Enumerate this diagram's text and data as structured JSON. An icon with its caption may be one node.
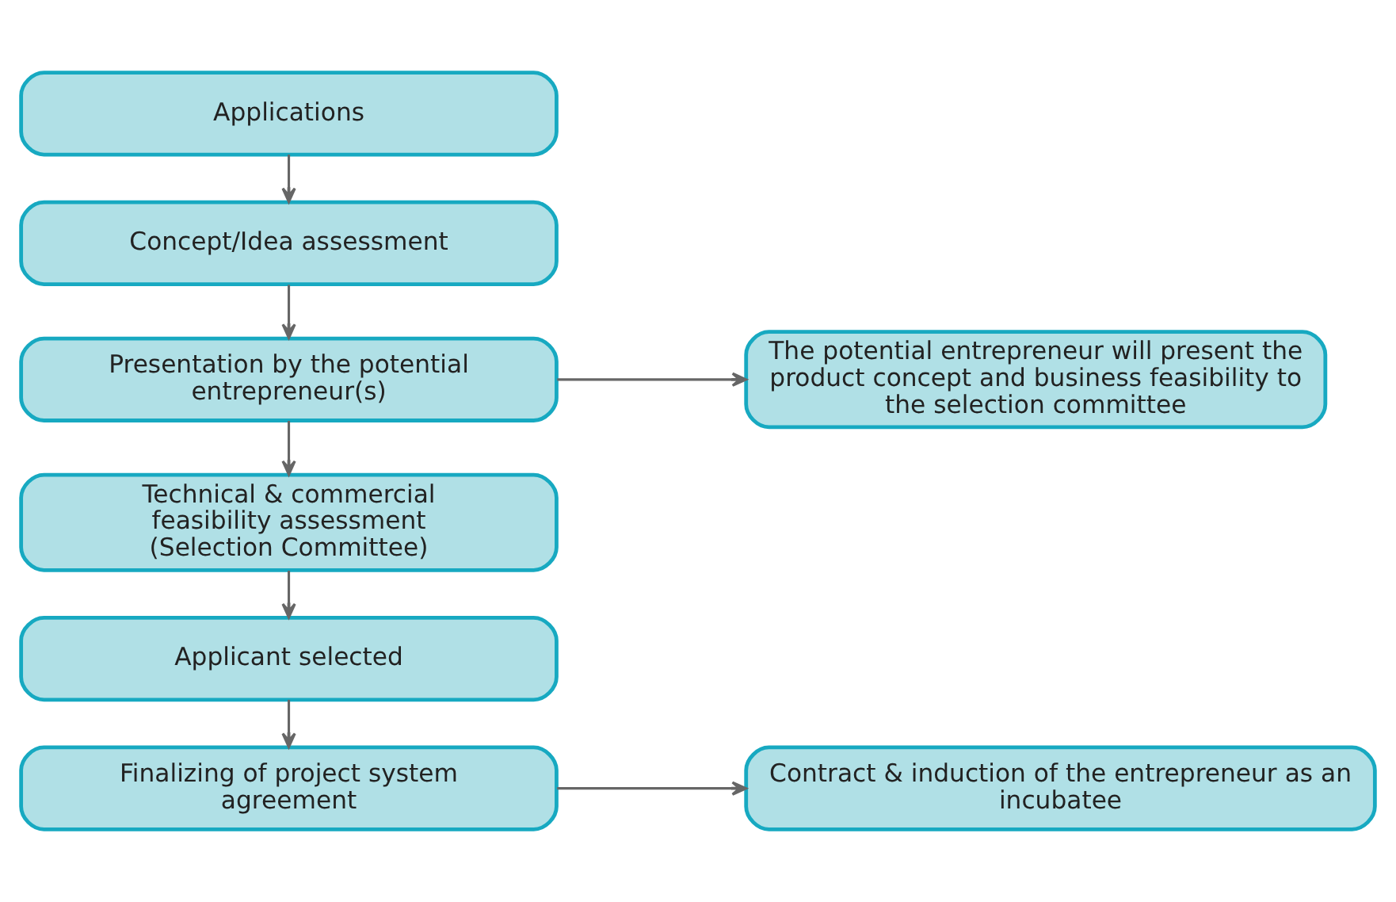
{
  "diagram": {
    "nodes": [
      {
        "text": [
          "Applications"
        ]
      },
      {
        "text": [
          "Concept/Idea assessment"
        ]
      },
      {
        "text": [
          "Presentation by the potential entrepreneur(s)"
        ]
      },
      {
        "text": [
          "The potential entrepreneur will present the product concept and business feasibility to the selection committee"
        ]
      },
      {
        "text": [
          "Technical & commercial feasibility assessment (Selection Committee)"
        ]
      },
      {
        "text": [
          "Applicant selected"
        ]
      },
      {
        "text": [
          "Finalizing of project system agreement"
        ]
      },
      {
        "text": [
          "Contract & induction of the entrepreneur as an incubatee"
        ]
      }
    ],
    "edges": [
      {
        "from": 0,
        "to": 1,
        "arrow": "to"
      },
      {
        "from": 1,
        "to": 2,
        "arrow": "to"
      },
      {
        "from": 2,
        "to": 3,
        "arrow": "to"
      },
      {
        "from": 2,
        "to": 4,
        "arrow": "to"
      },
      {
        "from": 4,
        "to": 5,
        "arrow": "to"
      },
      {
        "from": 5,
        "to": 6,
        "arrow": "to"
      },
      {
        "from": 6,
        "to": 7,
        "arrow": "to"
      }
    ]
  }
}
